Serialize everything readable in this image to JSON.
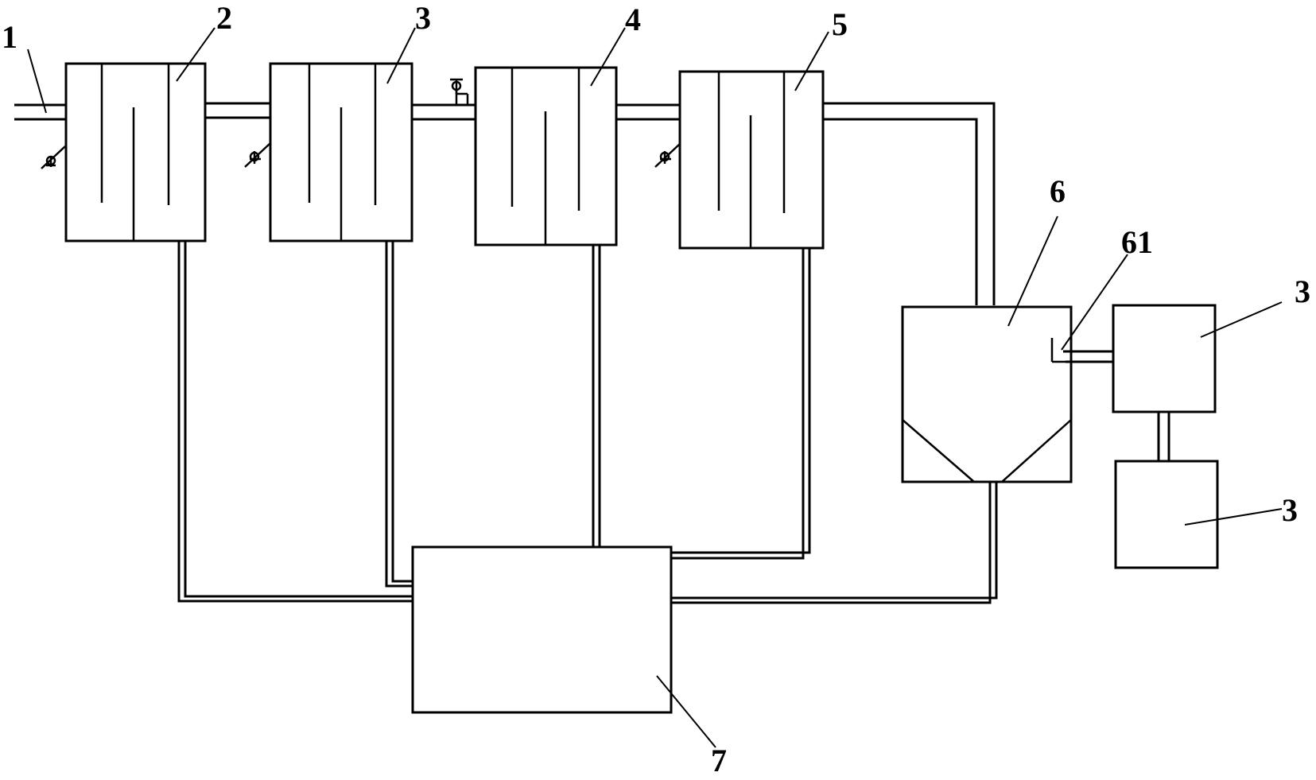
{
  "labels": {
    "inlet_pipe": "1",
    "tank_a": "2",
    "tank_b": "3",
    "tank_c": "4",
    "tank_d": "5",
    "settling_tank": "6",
    "weir": "61",
    "right_upper_box": "3",
    "right_lower_box": "3",
    "bottom_box": "7"
  }
}
